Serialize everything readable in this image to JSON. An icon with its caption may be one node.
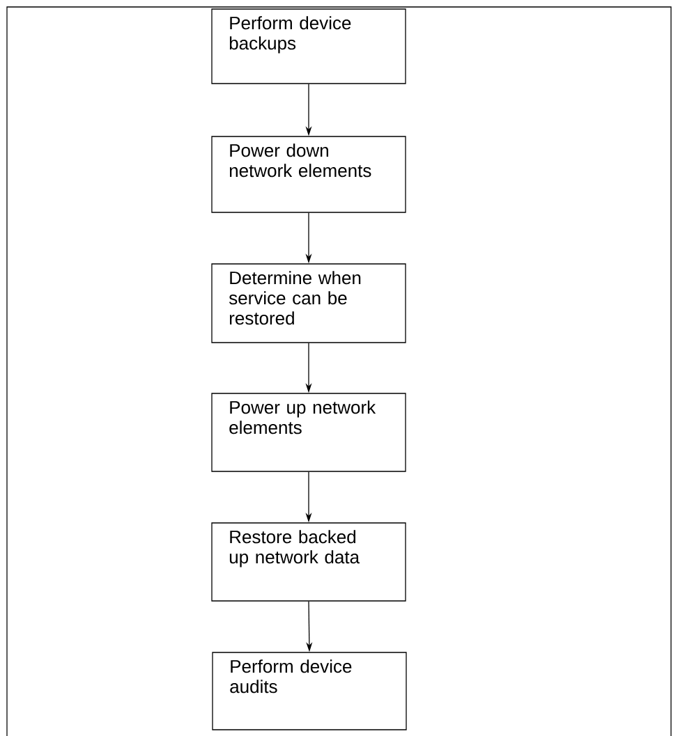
{
  "diagram": {
    "nodes": [
      {
        "text": [
          "Perform device backups"
        ]
      },
      {
        "text": [
          "Power down network elements"
        ]
      },
      {
        "text": [
          "Determine when service can be restored"
        ]
      },
      {
        "text": [
          "Power up network elements"
        ]
      },
      {
        "text": [
          "Restore backed up network data"
        ]
      },
      {
        "text": [
          "Perform device audits"
        ]
      }
    ],
    "edges": [
      {
        "from": 0,
        "to": 1,
        "arrow": "to"
      },
      {
        "from": 1,
        "to": 2,
        "arrow": "to"
      },
      {
        "from": 2,
        "to": 3,
        "arrow": "to"
      },
      {
        "from": 3,
        "to": 4,
        "arrow": "to"
      },
      {
        "from": 4,
        "to": 5,
        "arrow": "to"
      }
    ]
  }
}
